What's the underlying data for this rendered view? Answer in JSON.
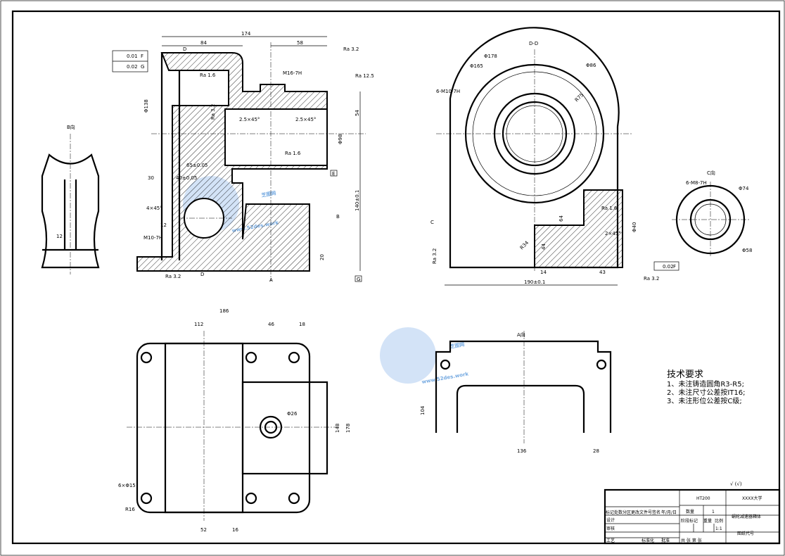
{
  "title_block": {
    "material": "HT200",
    "school": "XXXX大学",
    "part_name": "蜗轮减速器箱体",
    "quantity_label": "数量",
    "quantity": "1",
    "stage_label": "阶段标记",
    "weight_label": "重量",
    "scale_label": "比例",
    "scale": "1:1",
    "drawing_no_label": "图纸代号",
    "sheet_row": "共 张 第 张",
    "row_labels": [
      "标记",
      "处数",
      "分区",
      "更改文件号",
      "签名",
      "年/月/日"
    ],
    "design": "设计",
    "review": "审核",
    "process": "工艺",
    "approve": "批准",
    "standardize": "标准化"
  },
  "tech_req": {
    "heading": "技术要求",
    "items": [
      "1、未注铸造圆角R3-R5;",
      "2、未注尺寸公差按IT16;",
      "3、未注形位公差按C级;"
    ]
  },
  "surface_mark": "√ (√)",
  "watermark": {
    "name": "芝图网",
    "url": "www.52des.work"
  },
  "front_view": {
    "dims": [
      "174",
      "84",
      "58",
      "M16-7H",
      "Ra 12.5",
      "Ra 3.2",
      "Ra 1.6",
      "Φ138",
      "54",
      "Φ98",
      "2.5×45°",
      "2.5×45°",
      "65±0.05",
      "30",
      "40±0.05",
      "4×45°",
      "12",
      "M10-7H",
      "140±0.1",
      "20",
      "Ra 3.2",
      "Ra 1.6",
      "Ra 3.2"
    ],
    "labels": [
      "D",
      "D",
      "A",
      "B",
      "G",
      "E"
    ],
    "tolerances": [
      "0.01",
      "F",
      "0.02",
      "G"
    ]
  },
  "b_view": {
    "title": "B向",
    "dim": "12"
  },
  "section_view": {
    "title": "D-D",
    "dims": [
      "Φ178",
      "Φ165",
      "Φ86",
      "6-M10-7H",
      "R75",
      "64",
      "R34",
      "44",
      "14",
      "43",
      "190±0.1",
      "Φ40",
      "2×45°",
      "Ra 1.6",
      "Ra 3.2",
      "Ra 3.2"
    ],
    "label": "C",
    "tolerance": [
      "0.02",
      "F"
    ]
  },
  "c_view": {
    "title": "C向",
    "dims": [
      "6-M8-7H",
      "Φ74",
      "Φ58"
    ]
  },
  "top_view": {
    "dims": [
      "186",
      "112",
      "46",
      "18",
      "148",
      "178",
      "Φ26",
      "6×Φ15",
      "R16",
      "52",
      "16"
    ]
  },
  "a_view": {
    "title": "A向",
    "dims": [
      "104",
      "136",
      "28"
    ]
  }
}
